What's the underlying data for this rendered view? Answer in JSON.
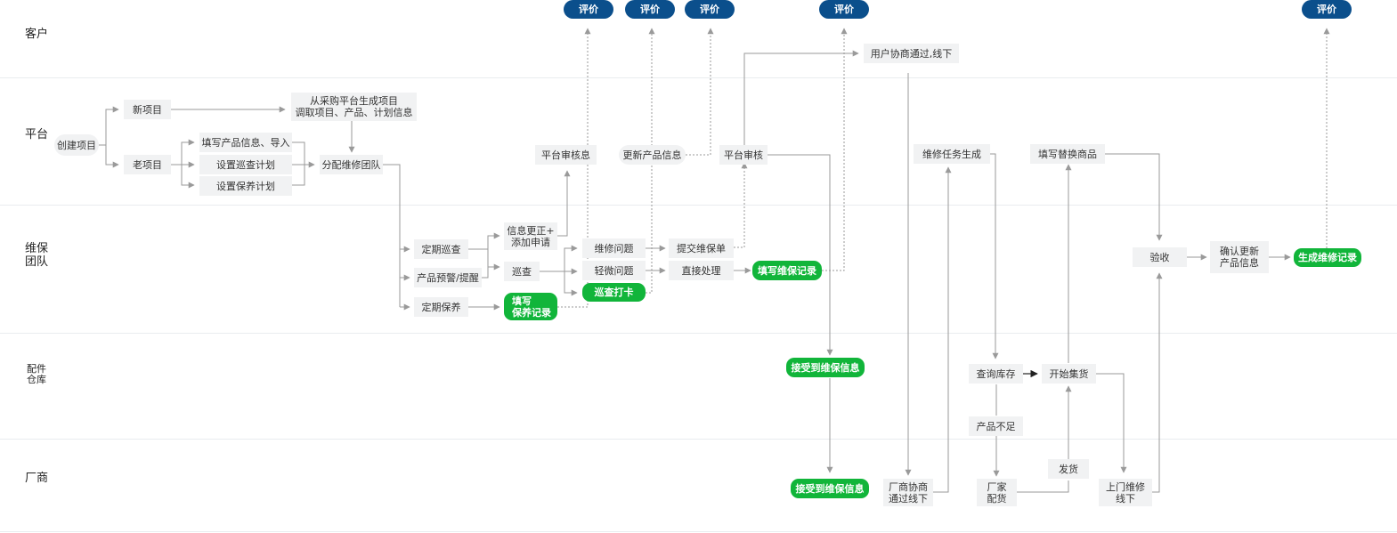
{
  "lanes": {
    "customer": "客户",
    "platform": "平台",
    "team": "维保团队",
    "warehouse": "配件仓库",
    "manufacturer": "厂商"
  },
  "nodes": {
    "create_project": "创建项目",
    "new_project": "新项目",
    "old_project": "老项目",
    "from_purchase": "从采购平台生成项目\n调取项目、产品、计划信息",
    "fill_product_info": "填写产品信息、导入",
    "set_patrol_plan": "设置巡查计划",
    "set_maint_plan": "设置保养计划",
    "assign_team": "分配维修团队",
    "regular_patrol": "定期巡查",
    "product_alert": "产品预警/提醒",
    "regular_maint": "定期保养",
    "info_correct": "信息更正+\n添加申请",
    "patrol": "巡查",
    "fill_maint_record": "填写\n保养记录",
    "platform_review_verify": "平台审核息",
    "repair_issue": "维修问题",
    "minor_issue": "轻微问题",
    "patrol_checkin": "巡查打卡",
    "update_product_info": "更新产品信息",
    "submit_repair": "提交维保单",
    "direct_handle": "直接处理",
    "platform_review": "平台审核",
    "fill_repair_record": "填写维保记录",
    "user_offline": "用户协商通过,线下",
    "receive_info_wh": "接受到维保信息",
    "receive_info_mf": "接受到维保信息",
    "mf_offline": "厂商协商\n通过线下",
    "task_generate": "维修任务生成",
    "check_stock": "查询库存",
    "out_of_stock": "产品不足",
    "mf_ship": "厂家\n配货",
    "deliver": "发货",
    "start_collect": "开始集货",
    "fill_replace": "填写替换商品",
    "onsite_repair": "上门维修\n线下",
    "accept": "验收",
    "confirm_update": "确认更新\n产品信息",
    "gen_record": "生成维修记录"
  },
  "evaluate": [
    "评价",
    "评价",
    "评价",
    "评价",
    "评价"
  ],
  "colors": {
    "green": "#11b53a",
    "blue": "#0b4f8c",
    "node_bg": "#f1f2f3",
    "line": "#9a9a9a"
  }
}
